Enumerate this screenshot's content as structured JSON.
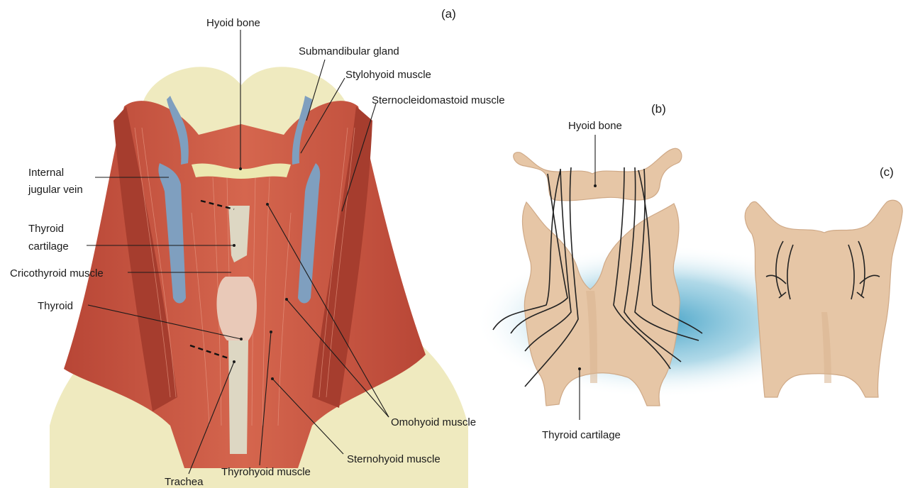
{
  "panels": {
    "a": "(a)",
    "b": "(b)",
    "c": "(c)"
  },
  "labels_a": {
    "hyoid_bone": "Hyoid bone",
    "submandibular_gland": "Submandibular gland",
    "stylohyoid_muscle": "Stylohyoid muscle",
    "sternocleidomastoid_muscle": "Sternocleidomastoid muscle",
    "internal_jugular_vein_1": "Internal",
    "internal_jugular_vein_2": "jugular vein",
    "thyroid_cartilage_1": "Thyroid",
    "thyroid_cartilage_2": "cartilage",
    "cricothyroid_muscle": "Cricothyroid muscle",
    "thyroid": "Thyroid",
    "omohyoid_muscle": "Omohyoid muscle",
    "sternohyoid_muscle": "Sternohyoid muscle",
    "thyrohyoid_muscle": "Thyrohyoid muscle",
    "trachea": "Trachea"
  },
  "labels_b": {
    "hyoid_bone": "Hyoid bone",
    "thyroid_cartilage": "Thyroid cartilage"
  }
}
